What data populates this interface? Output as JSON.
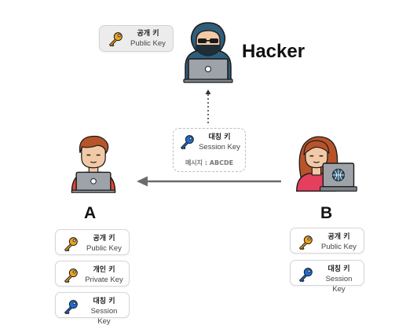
{
  "colors": {
    "public_key": "#F0A31A",
    "private_key": "#F0A31A",
    "session_key": "#1C6ED8",
    "arrow": "#6b6b6b"
  },
  "hacker": {
    "label": "Hacker",
    "key_card": {
      "icon": "key-icon",
      "ko": "공개 키",
      "en": "Public Key"
    }
  },
  "message": {
    "title_ko": "대칭 키",
    "title_en": "Session Key",
    "text": "메시지 : ABCDE"
  },
  "person_a": {
    "label": "A",
    "keys": [
      {
        "icon": "key-icon",
        "ko": "공개 키",
        "en": "Public Key",
        "type": "public"
      },
      {
        "icon": "key-icon",
        "ko": "개인 키",
        "en": "Private Key",
        "type": "private"
      },
      {
        "icon": "key-icon",
        "ko": "대칭 키",
        "en": "Session Key",
        "type": "session"
      }
    ]
  },
  "person_b": {
    "label": "B",
    "keys": [
      {
        "icon": "key-icon",
        "ko": "공개 키",
        "en": "Public Key",
        "type": "public"
      },
      {
        "icon": "key-icon",
        "ko": "대칭 키",
        "en": "Session Key",
        "type": "session"
      }
    ]
  }
}
